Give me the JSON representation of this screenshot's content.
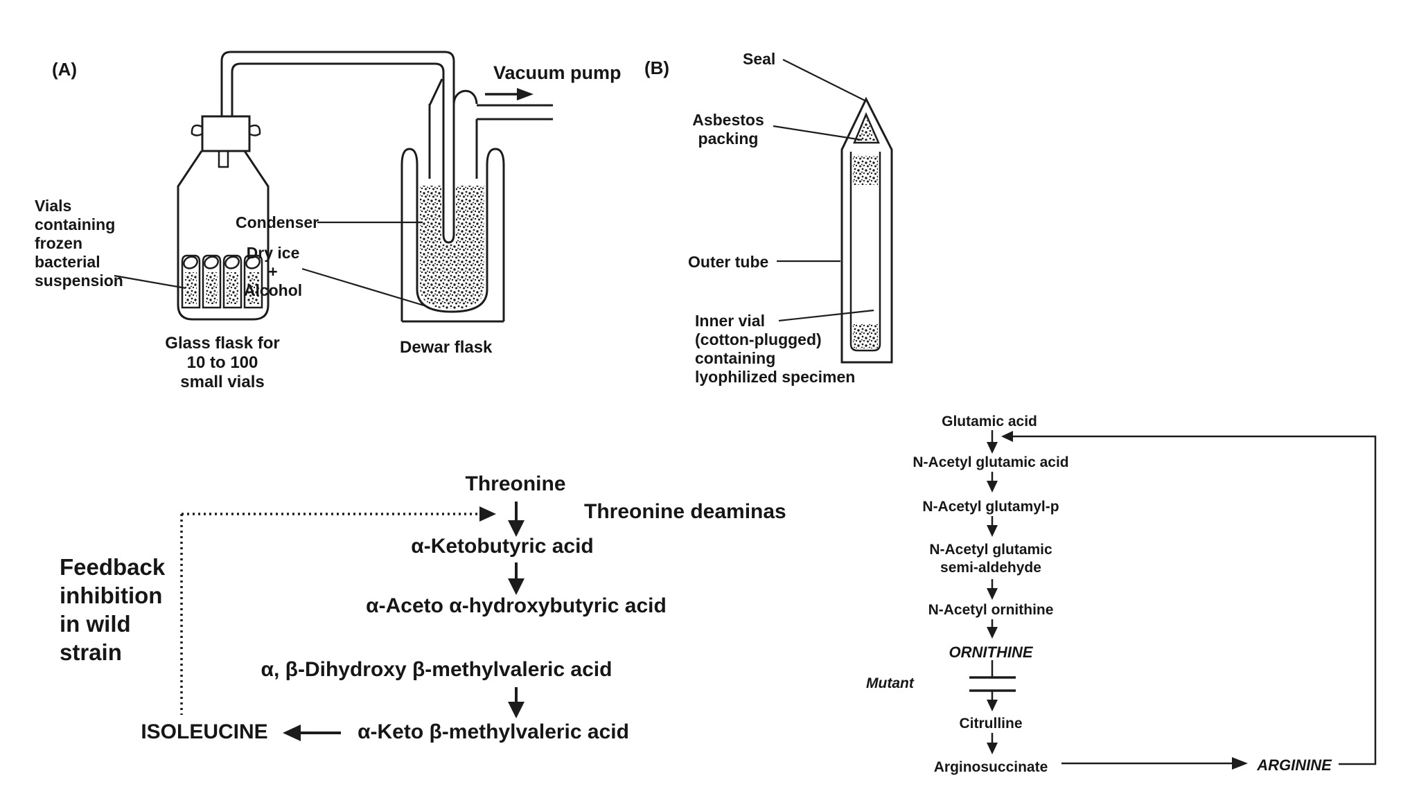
{
  "figure": {
    "panelA": {
      "tag": "(A)",
      "vials_label": "Vials\ncontaining\nfrozen\nbacterial\nsuspension",
      "condenser_label": "Condenser",
      "dry_ice_label": "Dry ice\n+\nAlcohol",
      "vacuum_pump_label": "Vacuum pump",
      "flask_caption": "Glass flask for\n10 to 100\nsmall vials",
      "dewar_caption": "Dewar flask"
    },
    "panelB": {
      "tag": "(B)",
      "seal_label": "Seal",
      "asbestos_label": "Asbestos\npacking",
      "outer_tube_label": "Outer tube",
      "inner_vial_label": "Inner vial\n(cotton-plugged)\ncontaining\nlyophilized specimen"
    },
    "isoleucine_pathway": {
      "feedback_label": "Feedback\ninhibition\nin wild\nstrain",
      "enzyme_label": "Threonine deaminas",
      "steps": [
        "Threonine",
        "α-Ketobutyric acid",
        "α-Aceto α-hydroxybutyric acid",
        "α, β-Dihydroxy β-methylvaleric acid",
        "α-Keto β-methylvaleric acid"
      ],
      "product": "ISOLEUCINE"
    },
    "arginine_pathway": {
      "mutant_label": "Mutant",
      "steps": [
        "Glutamic acid",
        "N-Acetyl glutamic acid",
        "N-Acetyl glutamyl-p",
        "N-Acetyl glutamic\nsemi-aldehyde",
        "N-Acetyl ornithine",
        "ORNITHINE",
        "Citrulline",
        "Arginosuccinate",
        "ARGININE"
      ]
    }
  }
}
